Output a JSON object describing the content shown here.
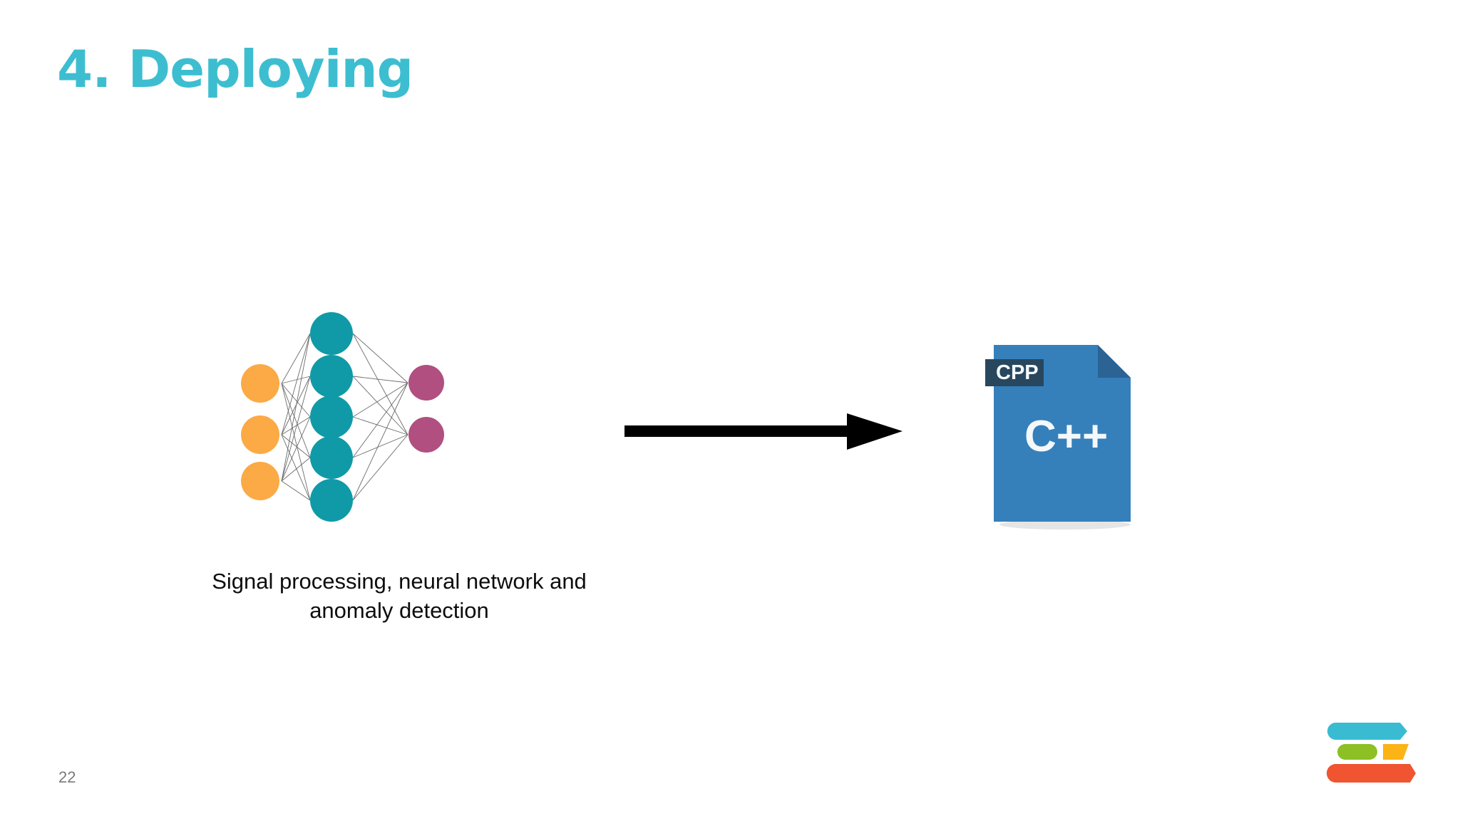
{
  "slide": {
    "title": "4. Deploying",
    "page_number": "22",
    "background_color": "#ffffff",
    "title_color": "#3dbed0"
  },
  "figure": {
    "caption_line_1": "Signal processing, neural network and",
    "caption_line_2": "anomaly detection",
    "caption_full": "Signal processing, neural network and anomaly detection",
    "caption_color": "#0d0d0d"
  },
  "neural_network": {
    "name": "neural-network-diagram",
    "input_layer": {
      "label": "input-layer",
      "node_count": 3,
      "color": "#fbaa45"
    },
    "hidden_layer": {
      "label": "hidden-layer",
      "node_count": 5,
      "color": "#109aa7"
    },
    "output_layer": {
      "label": "output-layer",
      "node_count": 2,
      "color": "#b04f80"
    },
    "edge_color": "#6b6b6b"
  },
  "arrow": {
    "name": "right-arrow",
    "direction": "right",
    "color": "#000000"
  },
  "cpp_icon": {
    "tag_label": "CPP",
    "body_label": "C++",
    "page_color": "#3580bb",
    "fold_color": "#2a6394",
    "tag_color": "#28475e",
    "text_color": "#f4f8fb"
  },
  "logo": {
    "name": "brand-logo",
    "bars": [
      {
        "name": "cyan-bar",
        "color": "#39bcd2"
      },
      {
        "name": "green-bar",
        "color": "#8cc024"
      },
      {
        "name": "yellow-bar",
        "color": "#fbb316"
      },
      {
        "name": "red-bar",
        "color": "#f05431"
      }
    ]
  }
}
